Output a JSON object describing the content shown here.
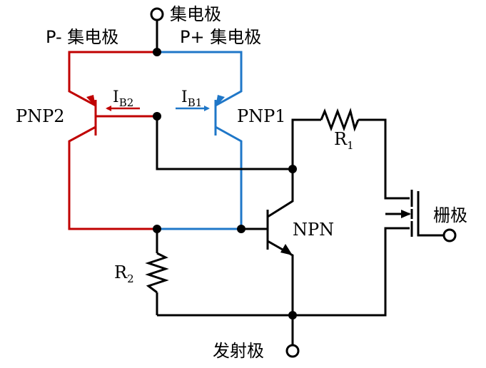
{
  "terminals": {
    "collector": "集电极",
    "gate": "栅极",
    "emitter": "发射极"
  },
  "collector_branches": {
    "p_minus": "P- 集电极",
    "p_plus": "P+ 集电极"
  },
  "transistors": {
    "pnp2": "PNP2",
    "pnp1": "PNP1",
    "npn": "NPN"
  },
  "currents": {
    "ib2": {
      "main": "I",
      "sub": "B2"
    },
    "ib1": {
      "main": "I",
      "sub": "B1"
    }
  },
  "resistors": {
    "r1": {
      "main": "R",
      "sub": "1"
    },
    "r2": {
      "main": "R",
      "sub": "2"
    }
  },
  "colors": {
    "wire": "#000000",
    "p_minus": "#c00000",
    "p_plus": "#1f77c8"
  }
}
